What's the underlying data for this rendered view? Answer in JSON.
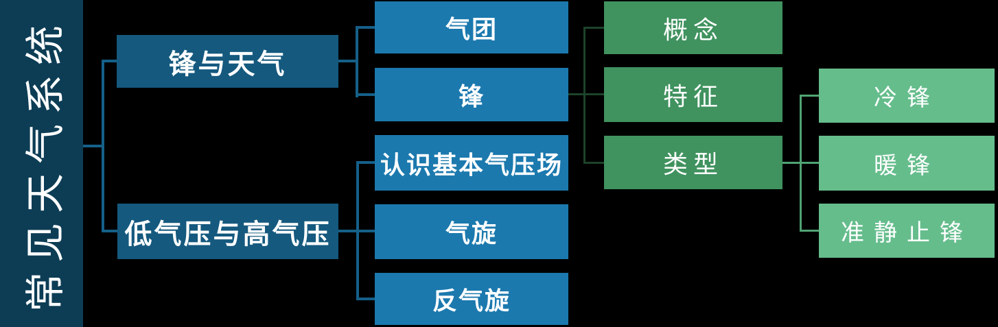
{
  "colors": {
    "background": "#000000",
    "root_fill": "#0d3d55",
    "level2_fill": "#15597e",
    "level3_fill": "#1b79ae",
    "green_fill": "#40925f",
    "light_green_fill": "#65bd8c",
    "blue_line": "#156089",
    "dark_green_line": "#1d432a",
    "light_green_line": "#50a474",
    "text": "#ffffff"
  },
  "diagram": {
    "root": {
      "label": "常见天气系统"
    },
    "branches": [
      {
        "label": "锋与天气",
        "children": [
          {
            "label": "气团"
          },
          {
            "label": "锋",
            "children": [
              {
                "label": "概念"
              },
              {
                "label": "特征"
              },
              {
                "label": "类型",
                "children": [
                  {
                    "label": "冷锋"
                  },
                  {
                    "label": "暖锋"
                  },
                  {
                    "label": "准静止锋"
                  }
                ]
              }
            ]
          }
        ]
      },
      {
        "label": "低气压与高气压",
        "children": [
          {
            "label": "认识基本气压场"
          },
          {
            "label": "气旋"
          },
          {
            "label": "反气旋"
          }
        ]
      }
    ]
  }
}
